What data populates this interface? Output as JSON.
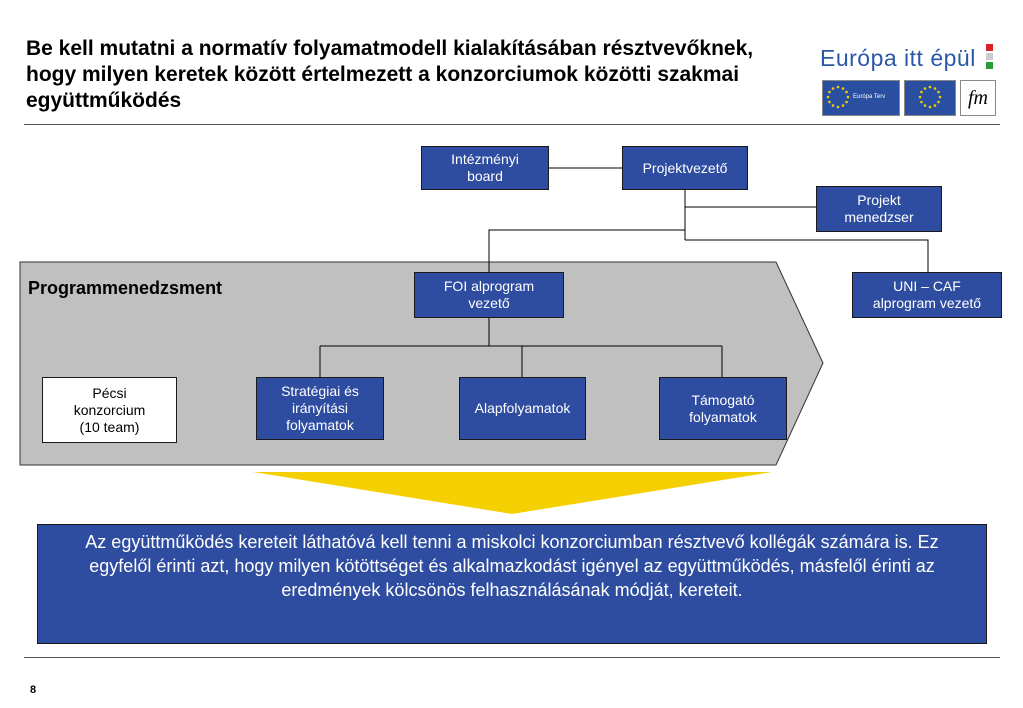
{
  "title": "Be kell mutatni a normatív folyamatmodell kialakításában résztvevőknek, hogy milyen keretek között értelmezett a konzorciumok közötti szakmai együttműködés",
  "logo": {
    "text": "Európa itt épül",
    "eu_terv_label": "Európa Terv",
    "fm_label": "fm"
  },
  "nodes": {
    "intezmenyi_board": "Intézményi\nboard",
    "projektvezeto": "Projektvezető",
    "projekt_menedzser": "Projekt\nmenedzser",
    "foi_alprogram": "FOI alprogram\nvezető",
    "uni_caf": "UNI – CAF\nalprogram vezető",
    "strategiai": "Stratégiai és\nirányítási\nfolyamatok",
    "alapfolyamatok": "Alapfolyamatok",
    "tamogato": "Támogató\nfolyamatok",
    "pecsi": "Pécsi\nkonzorcium\n(10 team)"
  },
  "programmenedzsment_label": "Programmenedzsment",
  "message": "Az együttműködés kereteit láthatóvá kell tenni a miskolci konzorciumban résztvevő kollégák számára is. Ez egyfelől érinti azt, hogy milyen kötöttséget és alkalmazkodást igényel az együttműködés, másfelől érinti az eredmények kölcsönös felhasználásának módját, kereteit.",
  "page_number": "8",
  "colors": {
    "node_blue": "#2e4ca0",
    "arrow_gray": "#c0c0c0",
    "funnel_yellow": "#f5d000",
    "logo_blue": "#2a58a8"
  }
}
